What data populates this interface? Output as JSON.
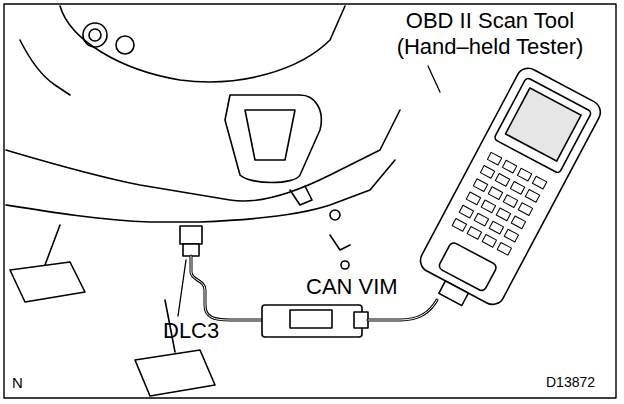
{
  "diagram": {
    "labels": [
      "OBD II Scan Tool (Hand–held Tester)",
      "CAN VIM",
      "DLC3",
      "N",
      "D13872"
    ]
  }
}
